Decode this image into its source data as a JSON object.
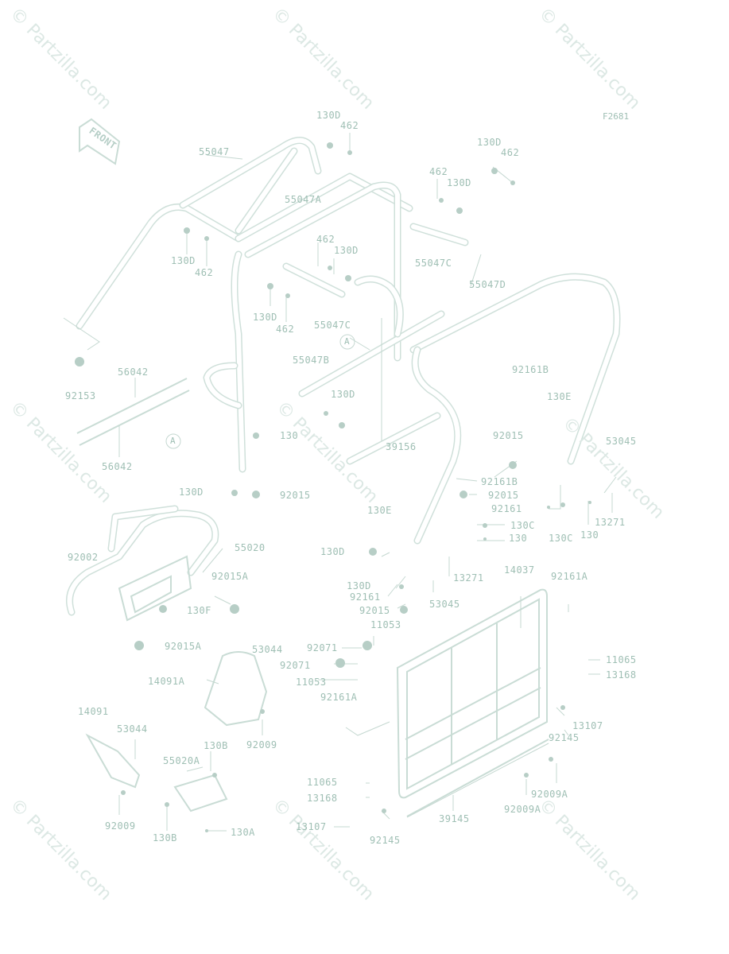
{
  "diagram_code": "F2681",
  "front_label": "FRONT",
  "watermark": "© Partzilla.com",
  "labels": {
    "l130d_1": "130D",
    "l462_1": "462",
    "l55047": "55047",
    "l130d_2": "130D",
    "l462_2": "462",
    "l462_3": "462",
    "l130d_3": "130D",
    "l55047a": "55047A",
    "l462_4": "462",
    "l130d_4": "130D",
    "l130d_5": "130D",
    "l462_5": "462",
    "l55047c_1": "55047C",
    "l130d_6": "130D",
    "l462_6": "462",
    "l55047c_2": "55047C",
    "l55047d": "55047D",
    "l92153": "92153",
    "l56042_1": "56042",
    "l56042_2": "56042",
    "la_1": "A",
    "la_2": "A",
    "l55047b": "55047B",
    "l130d_7": "130D",
    "l130_1": "130",
    "l39156": "39156",
    "l92161b_1": "92161B",
    "l130e_1": "130E",
    "l92015_1": "92015",
    "l53045_1": "53045",
    "l130d_8": "130D",
    "l92015_2": "92015",
    "l92161b_2": "92161B",
    "l92015_3": "92015",
    "l92161": "92161",
    "l130c_1": "130C",
    "l130_2": "130",
    "l13271_1": "13271",
    "l130e_2": "130E",
    "l130c_2": "130C",
    "l130_3": "130",
    "l92002": "92002",
    "l55020": "55020",
    "l130d_9": "130D",
    "l92015a_1": "92015A",
    "l130f": "130F",
    "l130d_10": "130D",
    "l92161_2": "92161",
    "l92015_4": "92015",
    "l53045_2": "53045",
    "l13271_2": "13271",
    "l92015a_2": "92015A",
    "l14037": "14037",
    "l92161a_1": "92161A",
    "l11053_1": "11053",
    "l92071_1": "92071",
    "l92071_2": "92071",
    "l11053_2": "11053",
    "l53044_1": "53044",
    "l14091a": "14091A",
    "l11065_1": "11065",
    "l13168_1": "13168",
    "l92161a_2": "92161A",
    "l14091": "14091",
    "l53044_2": "53044",
    "l92009_1": "92009",
    "l130b_1": "130B",
    "l55020a": "55020A",
    "l13107_1": "13107",
    "l92145_1": "92145",
    "l92009a_1": "92009A",
    "l11065_2": "11065",
    "l13168_2": "13168",
    "l92009a_2": "92009A",
    "l92009_2": "92009",
    "l130b_2": "130B",
    "l130a": "130A",
    "l39145": "39145",
    "l13107_2": "13107",
    "l92145_2": "92145"
  }
}
